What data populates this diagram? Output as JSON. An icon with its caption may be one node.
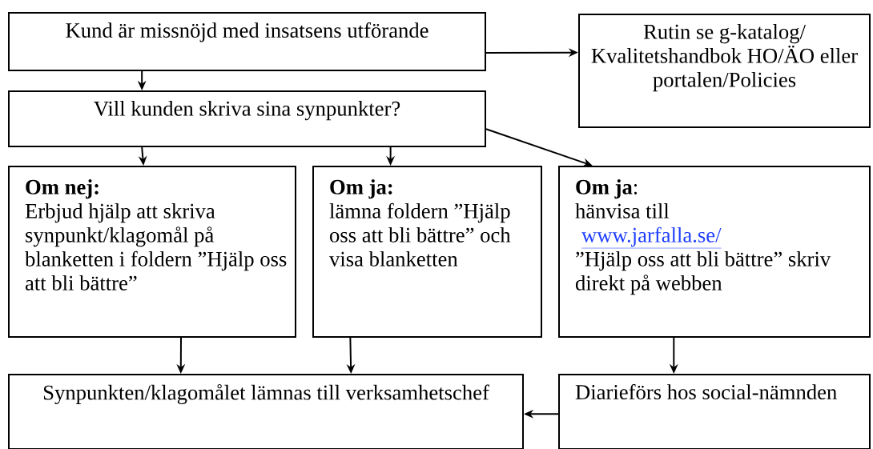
{
  "diagram": {
    "nodes": [
      {
        "text": [
          "Kund är missnöjd med insatsens utförande"
        ]
      },
      {
        "text": [
          "Rutin se g-katalog/ Kvalitetshandbok  HO/ÄO eller portalen/Policies"
        ]
      },
      {
        "text": [
          "Vill kunden skriva sina synpunkter?"
        ]
      },
      {
        "text": [
          "Om nej:",
          "Erbjud hjälp att skriva synpunkt/klagomål på blanketten i foldern ”Hjälp oss att bli bättre”"
        ]
      },
      {
        "text": [
          "Om ja:",
          "lämna foldern ”Hjälp oss att bli bättre” och visa blanketten"
        ]
      },
      {
        "text": [
          "**Om ja**:",
          "hänvisa till",
          "www.jarfalla.se/",
          "”Hjälp oss att bli bättre” skriv direkt på webben"
        ]
      },
      {
        "text": [
          "Synpunkten/klagomålet lämnas till verksamhetschef"
        ]
      },
      {
        "text": [
          "Diarieförs hos social-nämnden"
        ]
      }
    ],
    "edges": [
      {
        "from": 0,
        "to": 1,
        "arrow": "to"
      },
      {
        "from": 0,
        "to": 2,
        "arrow": "to"
      },
      {
        "from": 2,
        "to": 3,
        "arrow": "to"
      },
      {
        "from": 2,
        "to": 4,
        "arrow": "to"
      },
      {
        "from": 2,
        "to": 5,
        "arrow": "to"
      },
      {
        "from": 3,
        "to": 6,
        "arrow": "to"
      },
      {
        "from": 4,
        "to": 6,
        "arrow": "to"
      },
      {
        "from": 5,
        "to": 7,
        "arrow": "to"
      },
      {
        "from": 7,
        "to": 6,
        "arrow": "to"
      }
    ]
  }
}
